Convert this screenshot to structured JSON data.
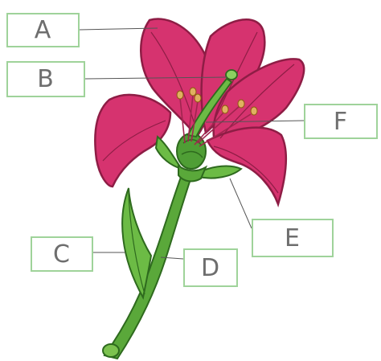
{
  "labels": {
    "a": "A",
    "b": "B",
    "c": "C",
    "d": "D",
    "e": "E",
    "f": "F"
  },
  "colors": {
    "petal": "#d6336f",
    "petal_dark": "#8e1d45",
    "stem": "#5aa83a",
    "stem_dark": "#2e6a1e",
    "label_border": "#9fd39a",
    "label_text": "#6e6e6e",
    "stamen_tip": "#e0b060"
  }
}
